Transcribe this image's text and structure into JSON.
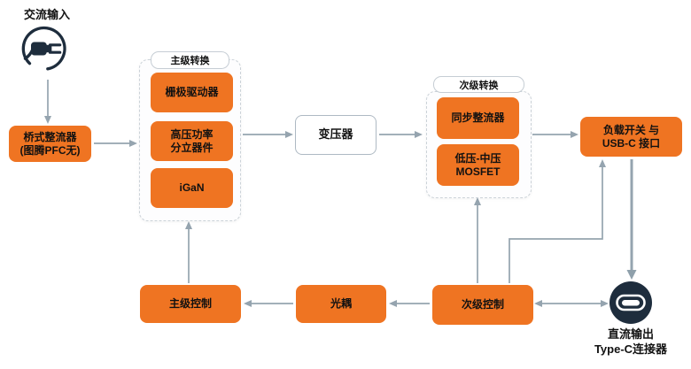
{
  "colors": {
    "node_orange": "#EF7422",
    "icon_navy": "#1E2D3D",
    "arrow_gray": "#95A4AF",
    "dashed_border": "#CBD2D8",
    "text": "#111111"
  },
  "nodes": {
    "ac_input": {
      "label": "交流输入"
    },
    "bridge_rectifier": {
      "line1": "桥式整流器",
      "line2": "(图腾PFC无)"
    },
    "primary_group": {
      "label": "主级转换",
      "items": [
        {
          "line1": "栅极驱动器",
          "line2": ""
        },
        {
          "line1": "高压功率",
          "line2": "分立器件"
        },
        {
          "line1": "iGaN",
          "line2": ""
        }
      ]
    },
    "transformer": {
      "label": "变压器"
    },
    "secondary_group": {
      "label": "次级转换",
      "items": [
        {
          "line1": "同步整流器",
          "line2": ""
        },
        {
          "line1": "低压-中压",
          "line2": "MOSFET"
        }
      ]
    },
    "load_switch": {
      "line1": "负载开关 与",
      "line2": "USB-C 接口"
    },
    "primary_control": {
      "label": "主级控制"
    },
    "optocoupler": {
      "label": "光耦"
    },
    "secondary_control": {
      "label": "次级控制"
    },
    "dc_output": {
      "line1": "直流输出",
      "line2": "Type-C连接器"
    }
  },
  "icons": {
    "ac_plug": "ac-plug-icon",
    "usb_c": "usb-c-connector-icon"
  }
}
